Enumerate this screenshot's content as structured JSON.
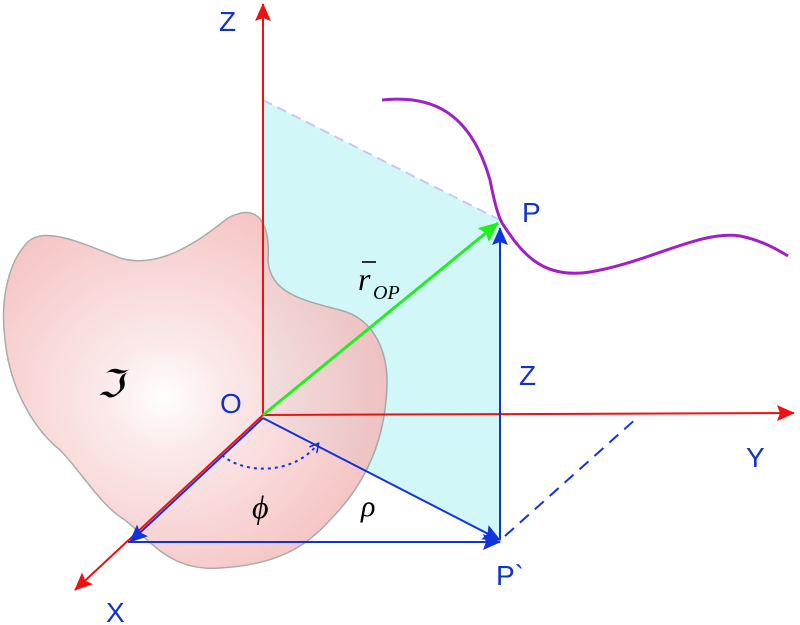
{
  "diagram": {
    "labels": {
      "axis_z": "Z",
      "axis_y": "Y",
      "axis_x": "X",
      "origin": "O",
      "point_p": "P",
      "point_p_prime": "P`",
      "height_z": "Z",
      "vector_r": "r",
      "vector_r_sub": "OP",
      "angle_phi": "ϕ",
      "radius_rho": "ρ",
      "region": "ℑ"
    },
    "colors": {
      "axes": "#ee1111",
      "projection_lines": "#1133dd",
      "position_vector": "#22ee22",
      "curve": "#a020c8",
      "plane_fill": "#ccf6f8",
      "region_fill": "#f7c4c4",
      "region_stroke": "#999999",
      "label_blue": "#1133cc"
    }
  }
}
